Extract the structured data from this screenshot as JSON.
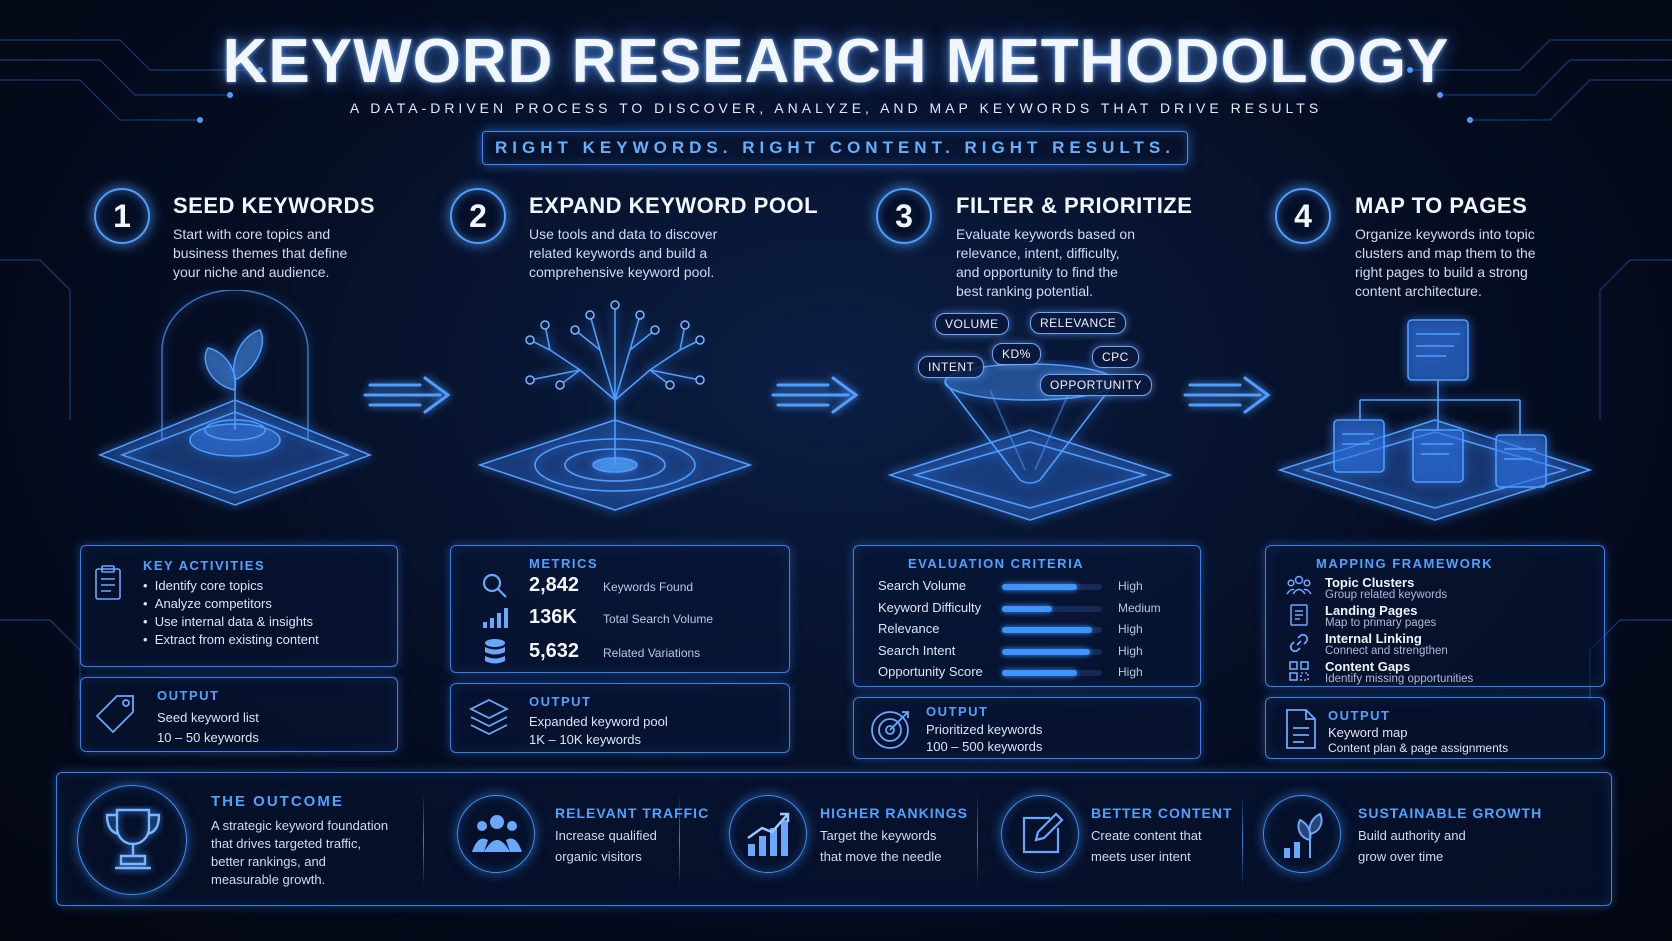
{
  "header": {
    "title": "KEYWORD RESEARCH METHODOLOGY",
    "subtitle": "A DATA-DRIVEN PROCESS TO DISCOVER, ANALYZE, AND MAP KEYWORDS THAT DRIVE RESULTS",
    "tagline": "RIGHT KEYWORDS. RIGHT CONTENT. RIGHT RESULTS."
  },
  "steps": [
    {
      "number": "1",
      "title": "SEED KEYWORDS",
      "description": [
        "Start with core topics and",
        "business themes that define",
        "your niche and audience."
      ],
      "panel_label": "KEY ACTIVITIES",
      "activities": [
        "Identify core topics",
        "Analyze competitors",
        "Use internal data & insights",
        "Extract from existing content"
      ],
      "output_label": "OUTPUT",
      "output_lines": [
        "Seed keyword list",
        "10 – 50 keywords"
      ]
    },
    {
      "number": "2",
      "title": "EXPAND KEYWORD POOL",
      "description": [
        "Use tools and data to discover",
        "related keywords and build a",
        "comprehensive keyword pool."
      ],
      "panel_label": "METRICS",
      "metrics": [
        {
          "value": "2,842",
          "label": "Keywords Found"
        },
        {
          "value": "136K",
          "label": "Total Search Volume"
        },
        {
          "value": "5,632",
          "label": "Related Variations"
        }
      ],
      "output_label": "OUTPUT",
      "output_lines": [
        "Expanded keyword pool",
        "1K – 10K keywords"
      ]
    },
    {
      "number": "3",
      "title": "FILTER & PRIORITIZE",
      "description": [
        "Evaluate keywords based on",
        "relevance, intent, difficulty,",
        "and opportunity to find the",
        "best ranking potential."
      ],
      "tags": [
        "VOLUME",
        "RELEVANCE",
        "INTENT",
        "KD%",
        "CPC",
        "OPPORTUNITY"
      ],
      "panel_label": "EVALUATION CRITERIA",
      "criteria": [
        {
          "name": "Search Volume",
          "level": "High",
          "fill": 0.75
        },
        {
          "name": "Keyword Difficulty",
          "level": "Medium",
          "fill": 0.5
        },
        {
          "name": "Relevance",
          "level": "High",
          "fill": 0.9
        },
        {
          "name": "Search Intent",
          "level": "High",
          "fill": 0.88
        },
        {
          "name": "Opportunity Score",
          "level": "High",
          "fill": 0.75
        }
      ],
      "output_label": "OUTPUT",
      "output_lines": [
        "Prioritized keywords",
        "100 – 500 keywords"
      ]
    },
    {
      "number": "4",
      "title": "MAP TO PAGES",
      "description": [
        "Organize keywords into topic",
        "clusters and map them to the",
        "right pages to build a strong",
        "content architecture."
      ],
      "panel_label": "MAPPING FRAMEWORK",
      "framework": [
        {
          "title": "Topic Clusters",
          "sub": "Group related keywords"
        },
        {
          "title": "Landing Pages",
          "sub": "Map to primary pages"
        },
        {
          "title": "Internal Linking",
          "sub": "Connect and strengthen"
        },
        {
          "title": "Content Gaps",
          "sub": "Identify missing opportunities"
        }
      ],
      "output_label": "OUTPUT",
      "output_lines": [
        "Keyword map",
        "Content plan & page assignments"
      ]
    }
  ],
  "outcome": {
    "title": "THE OUTCOME",
    "description": [
      "A strategic keyword foundation",
      "that drives targeted traffic,",
      "better rankings, and",
      "measurable growth."
    ],
    "items": [
      {
        "title": "RELEVANT TRAFFIC",
        "lines": [
          "Increase qualified",
          "organic visitors"
        ]
      },
      {
        "title": "HIGHER RANKINGS",
        "lines": [
          "Target the keywords",
          "that move the needle"
        ]
      },
      {
        "title": "BETTER CONTENT",
        "lines": [
          "Create content that",
          "meets user intent"
        ]
      },
      {
        "title": "SUSTAINABLE GROWTH",
        "lines": [
          "Build authority and",
          "grow over time"
        ]
      }
    ]
  },
  "colors": {
    "accent": "#3f93ff",
    "background": "#050d22"
  }
}
